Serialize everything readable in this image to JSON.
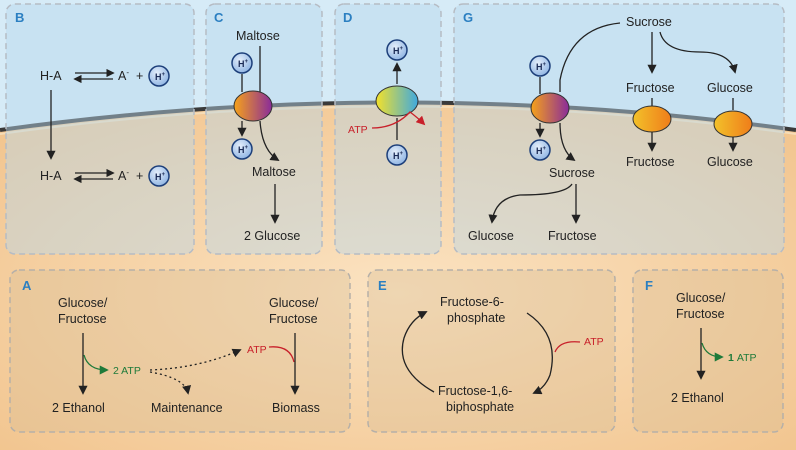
{
  "panels": {
    "A": {
      "letter": "A",
      "substrate_line1": "Glucose/",
      "substrate_line2": "Fructose",
      "product": "2 Ethanol",
      "atp_yield": "2 ATP",
      "maintenance": "Maintenance",
      "atp_cost": "ATP",
      "biomass_substrate_line1": "Glucose/",
      "biomass_substrate_line2": "Fructose",
      "biomass": "Biomass"
    },
    "B": {
      "letter": "B",
      "acid_out": "H-A",
      "anion_out": "A",
      "acid_in": "H-A",
      "anion_in": "A",
      "minus": "-",
      "plus": "+"
    },
    "C": {
      "letter": "C",
      "maltose_out": "Maltose",
      "maltose_in": "Maltose",
      "glucose": "2 Glucose"
    },
    "D": {
      "letter": "D",
      "atp": "ATP"
    },
    "E": {
      "letter": "E",
      "f6p_line1": "Fructose-6-",
      "f6p_line2": "phosphate",
      "f16bp_line1": "Fructose-1,6-",
      "f16bp_line2": "biphosphate",
      "atp": "ATP"
    },
    "F": {
      "letter": "F",
      "substrate_line1": "Glucose/",
      "substrate_line2": "Fructose",
      "atp_number": "1",
      "atp_label": "ATP",
      "product": "2 Ethanol"
    },
    "G": {
      "letter": "G",
      "sucrose_out": "Sucrose",
      "fructose_out": "Fructose",
      "glucose_out": "Glucose",
      "sucrose_in": "Sucrose",
      "fructose_in": "Fructose",
      "glucose_in": "Glucose",
      "glucose_product": "Glucose",
      "fructose_product": "Fructose"
    }
  },
  "ion": {
    "symbol": "H",
    "charge": "+"
  },
  "colors": {
    "panel_letter": "#2b7fc1",
    "atp_gain": "#1e7a3a",
    "atp_cost": "#c8202a",
    "outside": "#d6ebf7",
    "cytoplasm": "#f3c894",
    "ion_fill": "#a9c7ea",
    "ion_stroke": "#1d3f7a"
  }
}
